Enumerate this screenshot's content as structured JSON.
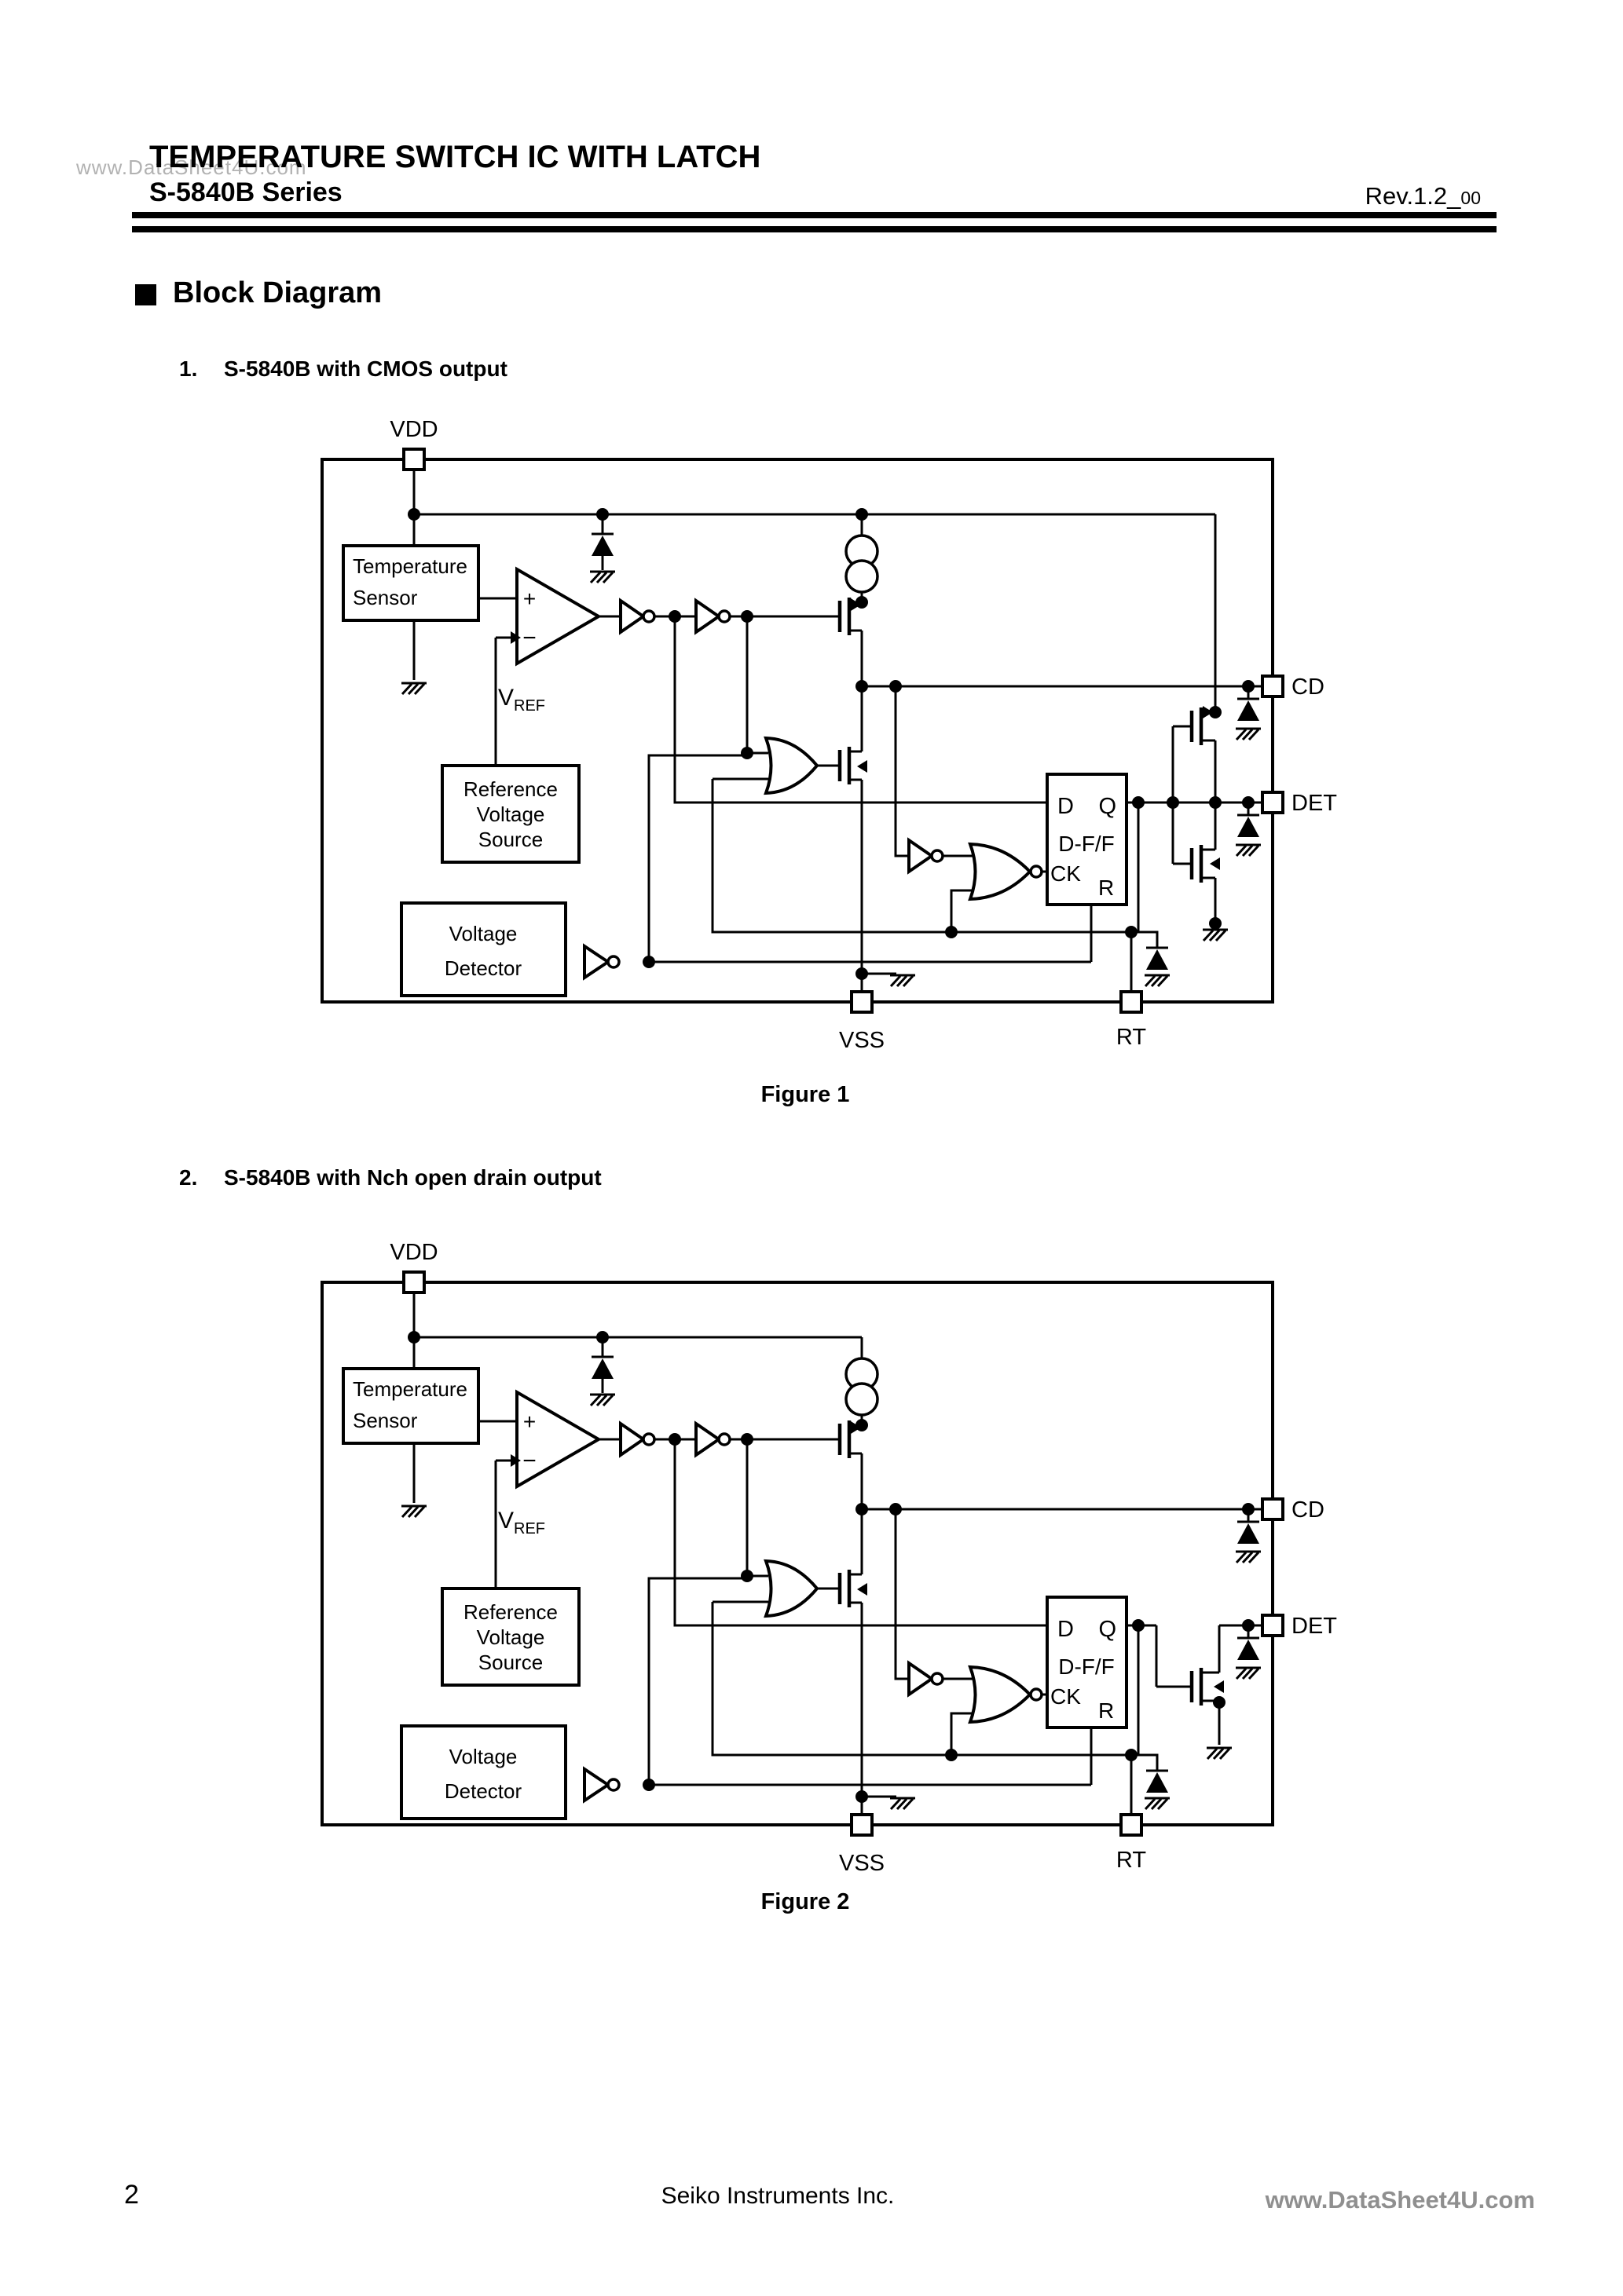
{
  "header": {
    "watermark": "www.DataSheet4U.com",
    "title_line1": "TEMPERATURE SWITCH IC WITH LATCH",
    "title_line2": "S-5840B Series",
    "revision": "Rev.1.2_",
    "revision_sub": "00"
  },
  "section": {
    "title": "Block Diagram"
  },
  "figures": [
    {
      "number": "1.",
      "heading": "S-5840B with CMOS output",
      "caption": "Figure 1",
      "pins": {
        "vdd": "VDD",
        "cd": "CD",
        "det": "DET",
        "vss": "VSS",
        "rt": "RT"
      },
      "blocks": {
        "temperature_sensor": [
          "Temperature",
          "Sensor"
        ],
        "reference_voltage_source": [
          "Reference",
          "Voltage",
          "Source"
        ],
        "voltage_detector": [
          "Voltage",
          "Detector"
        ]
      },
      "comparator": {
        "plus": "+",
        "minus": "−"
      },
      "vref": {
        "base": "V",
        "sub": "REF"
      },
      "flip_flop": {
        "d": "D",
        "q": "Q",
        "name": "D-F/F",
        "ck": "CK",
        "r": "R"
      }
    },
    {
      "number": "2.",
      "heading": "S-5840B with Nch open drain output",
      "caption": "Figure 2",
      "pins": {
        "vdd": "VDD",
        "cd": "CD",
        "det": "DET",
        "vss": "VSS",
        "rt": "RT"
      },
      "blocks": {
        "temperature_sensor": [
          "Temperature",
          "Sensor"
        ],
        "reference_voltage_source": [
          "Reference",
          "Voltage",
          "Source"
        ],
        "voltage_detector": [
          "Voltage",
          "Detector"
        ]
      },
      "comparator": {
        "plus": "+",
        "minus": "−"
      },
      "vref": {
        "base": "V",
        "sub": "REF"
      },
      "flip_flop": {
        "d": "D",
        "q": "Q",
        "name": "D-F/F",
        "ck": "CK",
        "r": "R"
      }
    }
  ],
  "footer": {
    "page_number": "2",
    "company": "Seiko Instruments Inc.",
    "watermark": "www.DataSheet4U.com"
  }
}
